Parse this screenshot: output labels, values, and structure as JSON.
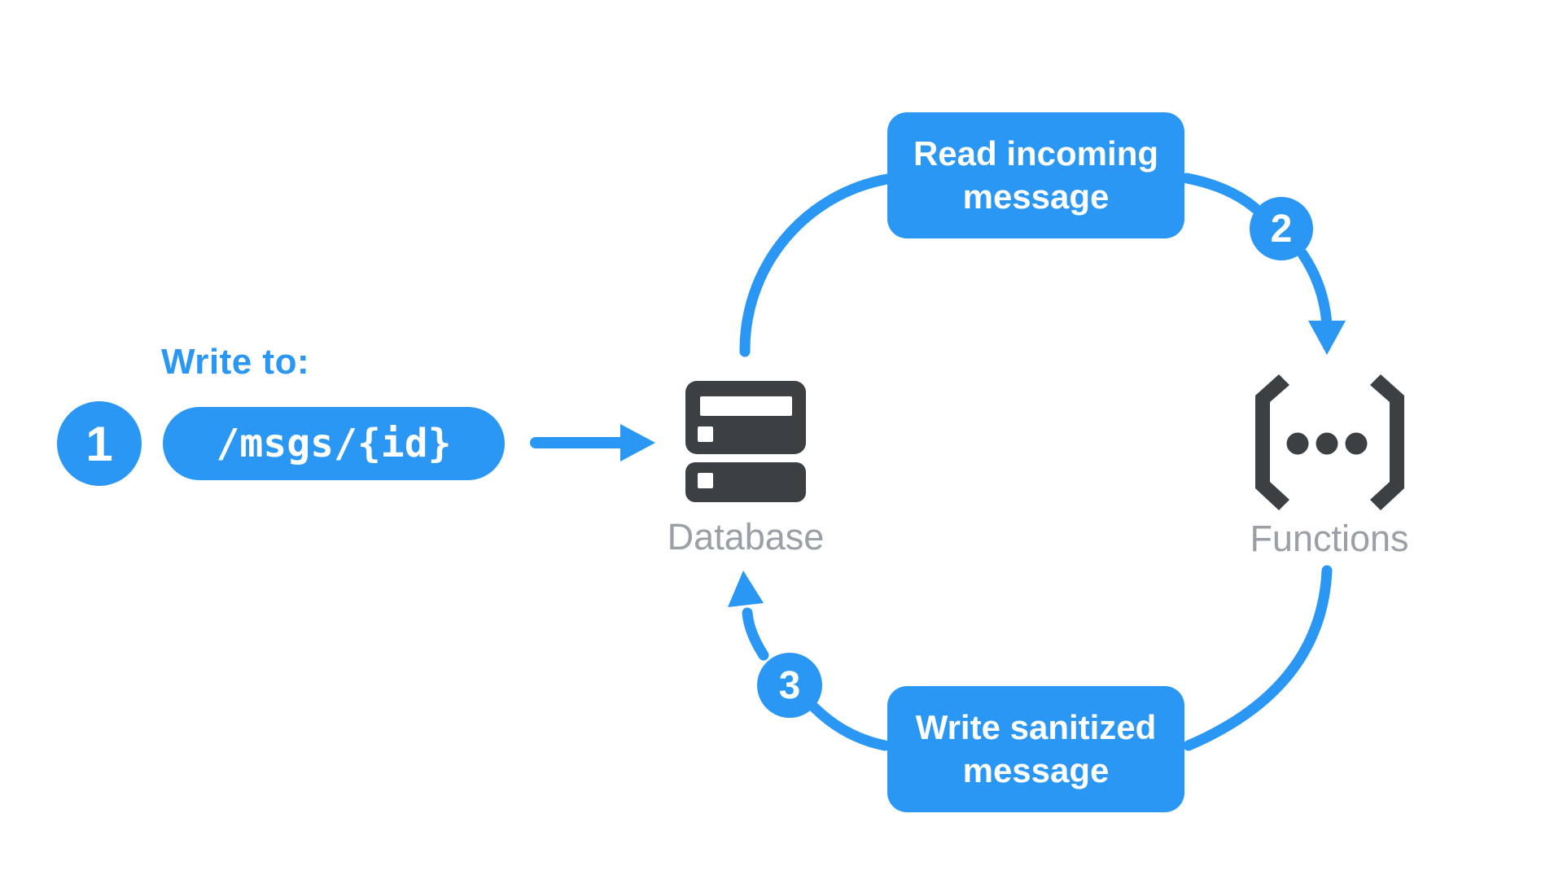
{
  "colors": {
    "accent_blue": "#2997F3",
    "icon_dark": "#3C4043",
    "label_gray": "#9AA0A6",
    "text_on_blue": "#FFFFFF"
  },
  "write_step": {
    "badge": "1",
    "heading": "Write to:",
    "path": "/msgs/{id}"
  },
  "nodes": {
    "database": {
      "label": "Database"
    },
    "functions": {
      "label": "Functions"
    }
  },
  "cycle": {
    "read_box": "Read incoming message",
    "read_badge": "2",
    "write_box": "Write sanitized message",
    "write_badge": "3"
  }
}
